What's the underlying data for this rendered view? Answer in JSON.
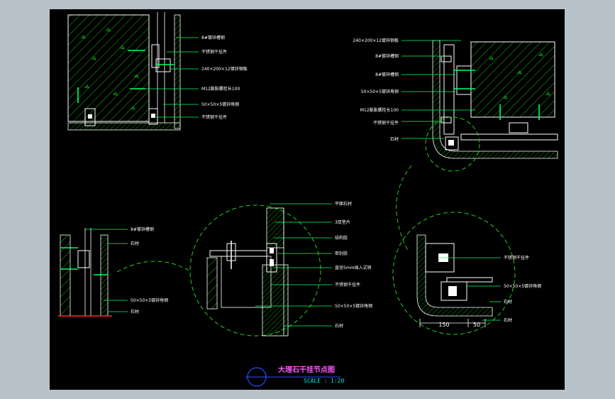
{
  "colors": {
    "background": "#b7c2cb",
    "canvas": "#000000",
    "structure": "#ffffff",
    "hatch": "#16d016",
    "leader": "#00ff66",
    "dashed_circle": "#1fd01f",
    "title": "#ff55ff",
    "scale": "#00e5e5",
    "ground_line": "#ff2a2a",
    "title_circle": "#2a4cff"
  },
  "detail_top_left": {
    "labels": [
      "8#镀锌槽钢",
      "不锈钢干挂件",
      "240×200×12镀锌钢板",
      "M12膨胀螺栓长100",
      "50×50×5镀锌角钢",
      "不锈钢干挂件"
    ]
  },
  "detail_top_right": {
    "labels": [
      "240×200×12镀锌钢板",
      "8#镀锌槽钢",
      "8#镀锌槽钢",
      "50×50×5镀锌角钢",
      "M12膨胀螺栓长100",
      "不锈钢干挂件",
      "石材"
    ]
  },
  "detail_bottom_left": {
    "labels": [
      "8#镀锌槽钢",
      "石材",
      "50×50×5镀锌角钢",
      "石材"
    ]
  },
  "detail_bottom_center": {
    "labels": [
      "平面石材",
      "3厚垫片",
      "结构胶",
      "密封胶",
      "直径5mm插入式销",
      "不锈钢干挂件",
      "50×50×5镀锌角钢",
      "石材"
    ]
  },
  "detail_bottom_right": {
    "labels": [
      "不锈钢干挂件",
      "50×50×5镀锌角钢",
      "石材",
      "石材"
    ],
    "dimensions": [
      "150",
      "50"
    ]
  },
  "title_block": {
    "title": "大理石干挂节点图",
    "scale_label": "SCALE :",
    "scale_value": "1:20"
  }
}
